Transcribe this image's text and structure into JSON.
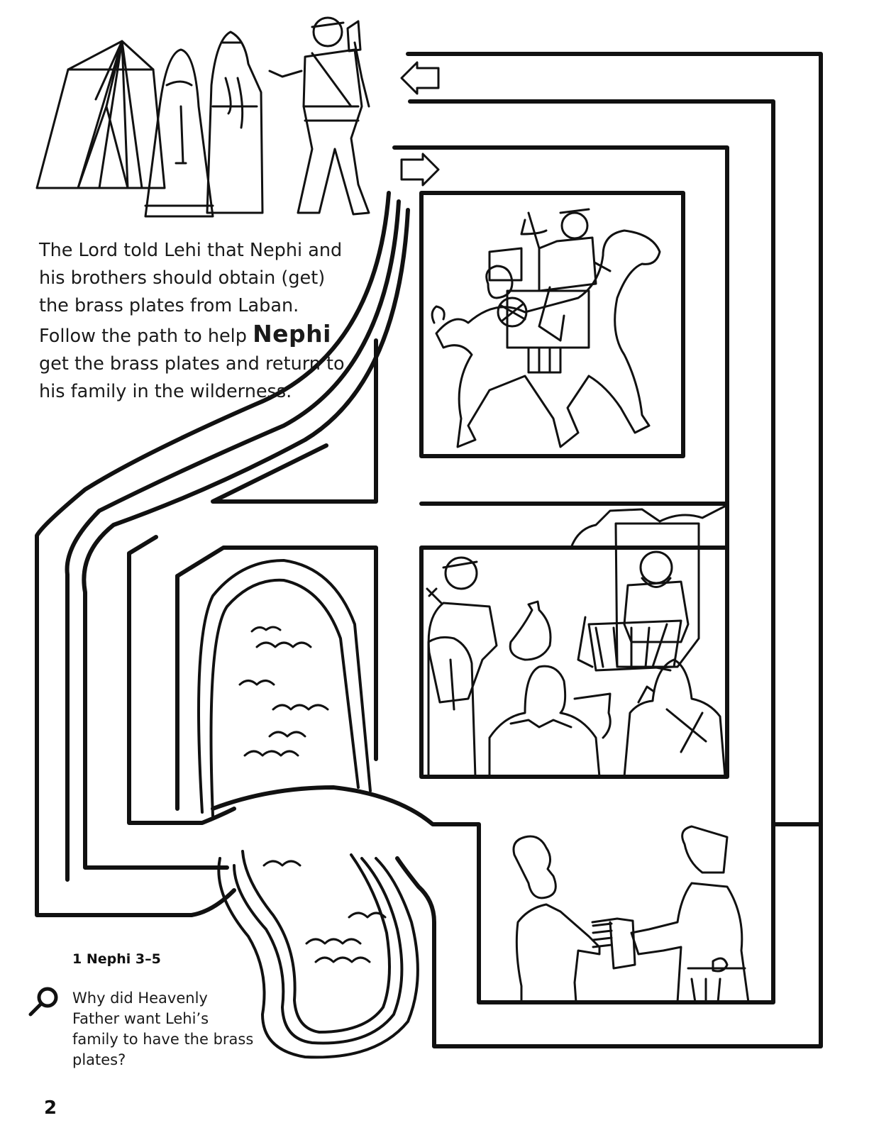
{
  "intro": {
    "before": "The Lord told Lehi that Nephi and his brothers should obtain (get) the brass plates from Laban. Follow the path to help ",
    "highlight": "Nephi",
    "after": " get the brass plates and return to his family in the wilderness."
  },
  "scripture_ref": "1 Nephi 3–5",
  "question": "Why did Heavenly Father want Lehi’s family to have the brass plates?",
  "page_number": "2",
  "icons": {
    "question_marker": "magnifying-glass-icon",
    "exit_arrow": "arrow-left-icon",
    "entry_arrow": "arrow-right-icon"
  },
  "colors": {
    "ink": "#111111",
    "paper": "#ffffff"
  }
}
